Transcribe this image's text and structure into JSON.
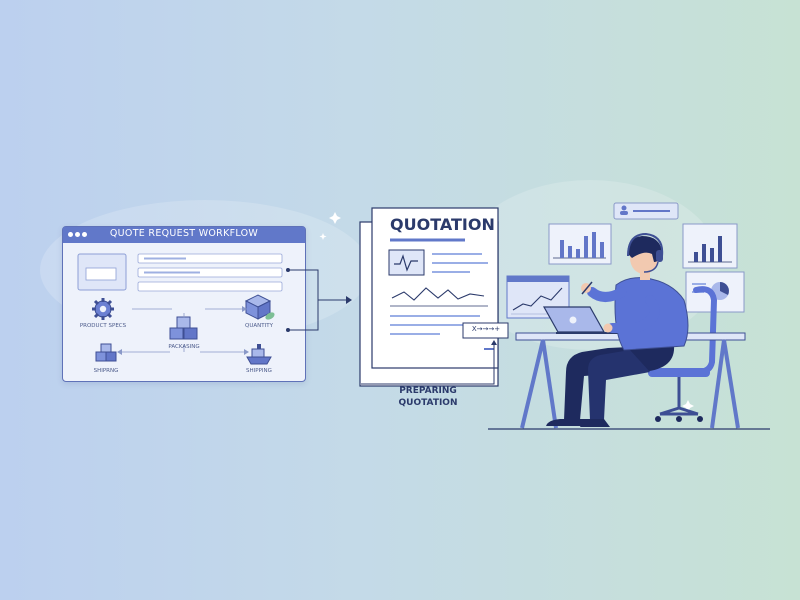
{
  "workflow": {
    "title": "QUOTE REQUEST WORKFLOW",
    "nodes": {
      "product_specs": "PRODUCT SPECS",
      "quantity": "QUANTITY",
      "packaging": "PACKASING",
      "shipping_left": "SHIPRNG",
      "shipping_right": "SHIPPING"
    }
  },
  "document": {
    "title": "QUOTATION",
    "signature": "X→→→+"
  },
  "caption": {
    "line1": "PREPARING",
    "line2": "QUOTATION"
  },
  "colors": {
    "accent": "#6178c9",
    "dark_navy": "#1e2a5e",
    "shirt": "#5b73d6",
    "window_fill": "#eef2fb"
  }
}
